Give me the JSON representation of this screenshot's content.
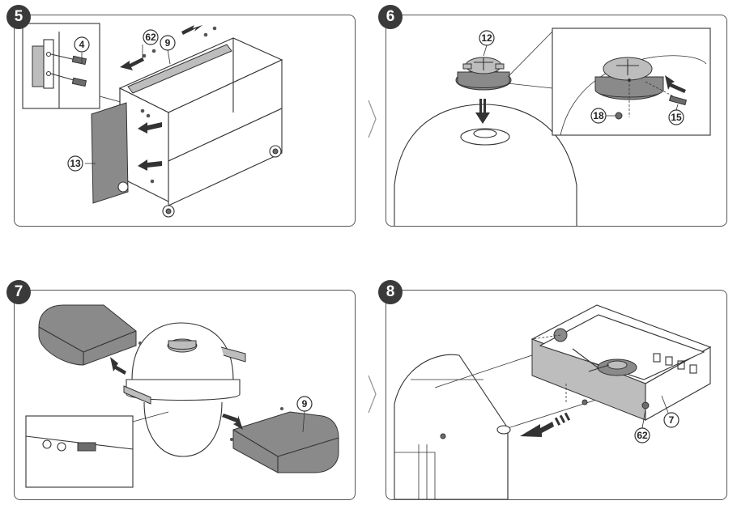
{
  "steps": [
    {
      "number": "5",
      "callouts": [
        "4",
        "62",
        "9",
        "13"
      ]
    },
    {
      "number": "6",
      "callouts": [
        "12",
        "18",
        "15"
      ]
    },
    {
      "number": "7",
      "callouts": [
        "9"
      ]
    },
    {
      "number": "8",
      "callouts": [
        "7",
        "62"
      ]
    }
  ],
  "icons": {
    "next_step": "chevron-right-icon"
  }
}
